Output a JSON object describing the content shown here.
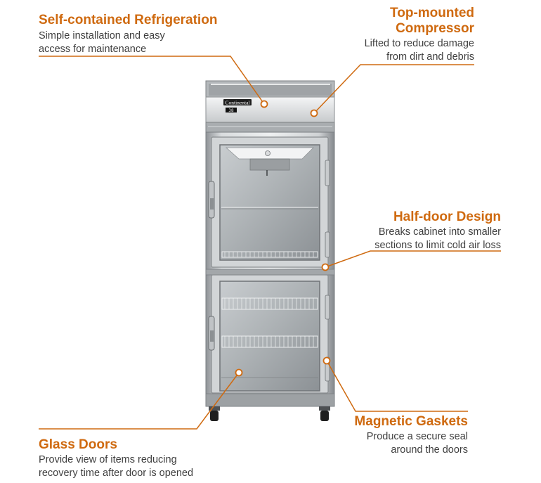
{
  "brand": "Continental",
  "display_temp": "38",
  "accent_color": "#cf6a10",
  "callouts": {
    "self_contained": {
      "title": "Self-contained Refrigeration",
      "desc_line1": "Simple installation and easy",
      "desc_line2": "access for maintenance"
    },
    "top_mounted": {
      "title_line1": "Top-mounted",
      "title_line2": "Compressor",
      "desc_line1": "Lifted to reduce damage",
      "desc_line2": "from dirt and debris"
    },
    "half_door": {
      "title": "Half-door Design",
      "desc_line1": "Breaks cabinet into smaller",
      "desc_line2": "sections to limit cold air loss"
    },
    "magnetic_gaskets": {
      "title": "Magnetic Gaskets",
      "desc_line1": "Produce a secure seal",
      "desc_line2": "around the doors"
    },
    "glass_doors": {
      "title": "Glass Doors",
      "desc_line1": "Provide view of items reducing",
      "desc_line2": "recovery time after door is opened"
    }
  }
}
